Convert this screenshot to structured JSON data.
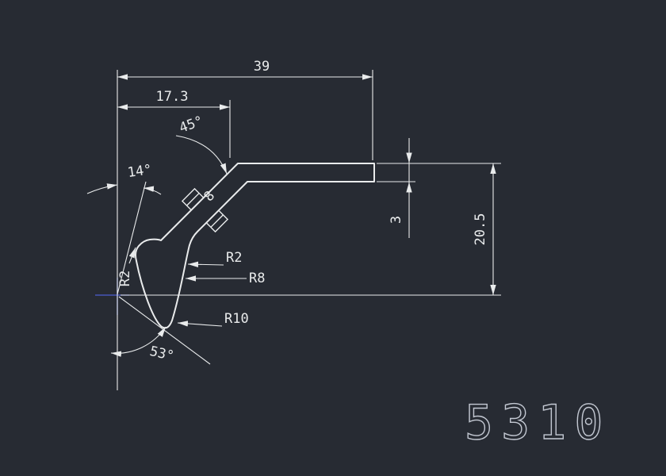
{
  "app": {
    "view": "cad-drawing-viewport"
  },
  "part": {
    "number": "5310"
  },
  "dims": {
    "width_total": "39",
    "width_upper": "17.3",
    "angle_slant": "45°",
    "angle_hook": "14°",
    "tab_gap": "8",
    "thickness": "3",
    "height_total": "20.5",
    "r_upper": "R2",
    "r_left": "R2",
    "r_mid": "R8",
    "r_low": "R10",
    "angle_bottom": "53°"
  },
  "colors": {
    "background": "#272b33",
    "line": "#e9ebec",
    "axis_accent": "#4d5ed2",
    "part_number": "#c3c8d2"
  }
}
